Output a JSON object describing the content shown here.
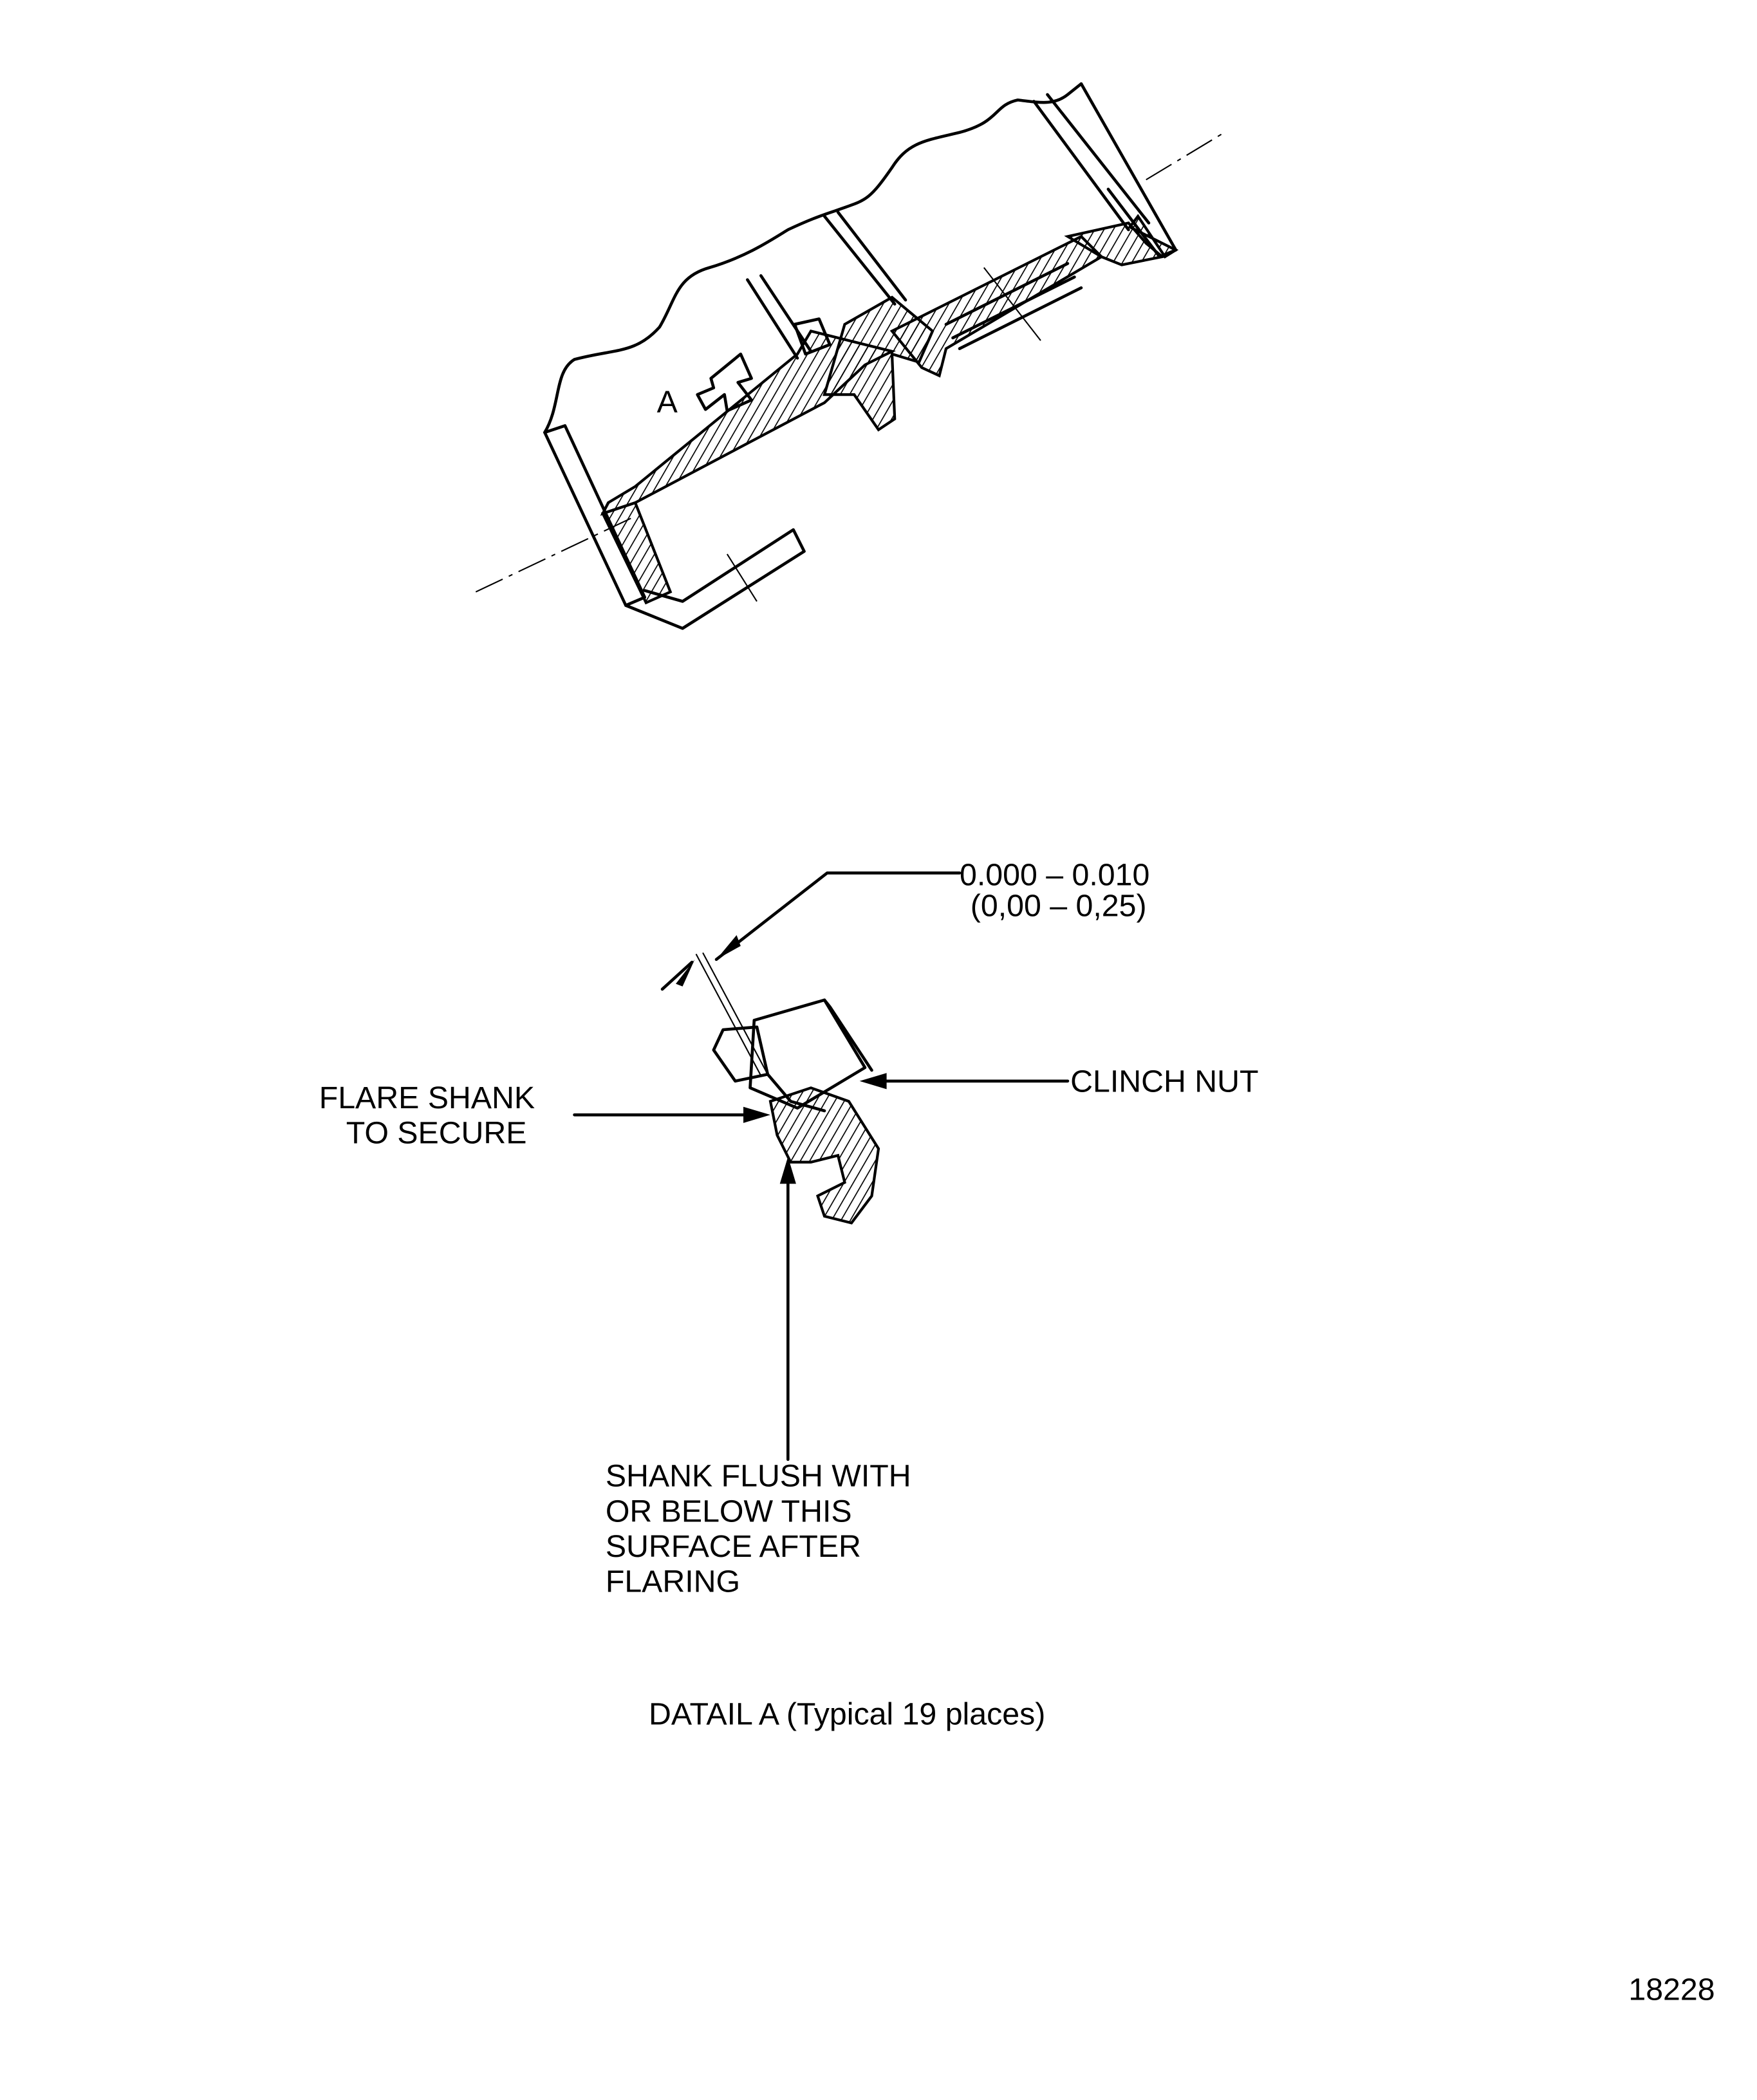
{
  "drawing": {
    "view_label": "A",
    "dimension_inch": "0.000 – 0.010",
    "dimension_mm": "(0,00 – 0,25)",
    "clinch_nut_label": "CLINCH NUT",
    "flare_shank_lines": [
      "FLARE SHANK",
      "TO SECURE"
    ],
    "shank_flush_lines": [
      "SHANK FLUSH WITH",
      "OR BELOW THIS",
      "SURFACE AFTER",
      "FLARING"
    ],
    "caption": "DATAIL A (Typical 19 places)",
    "figure_number": "18228"
  }
}
